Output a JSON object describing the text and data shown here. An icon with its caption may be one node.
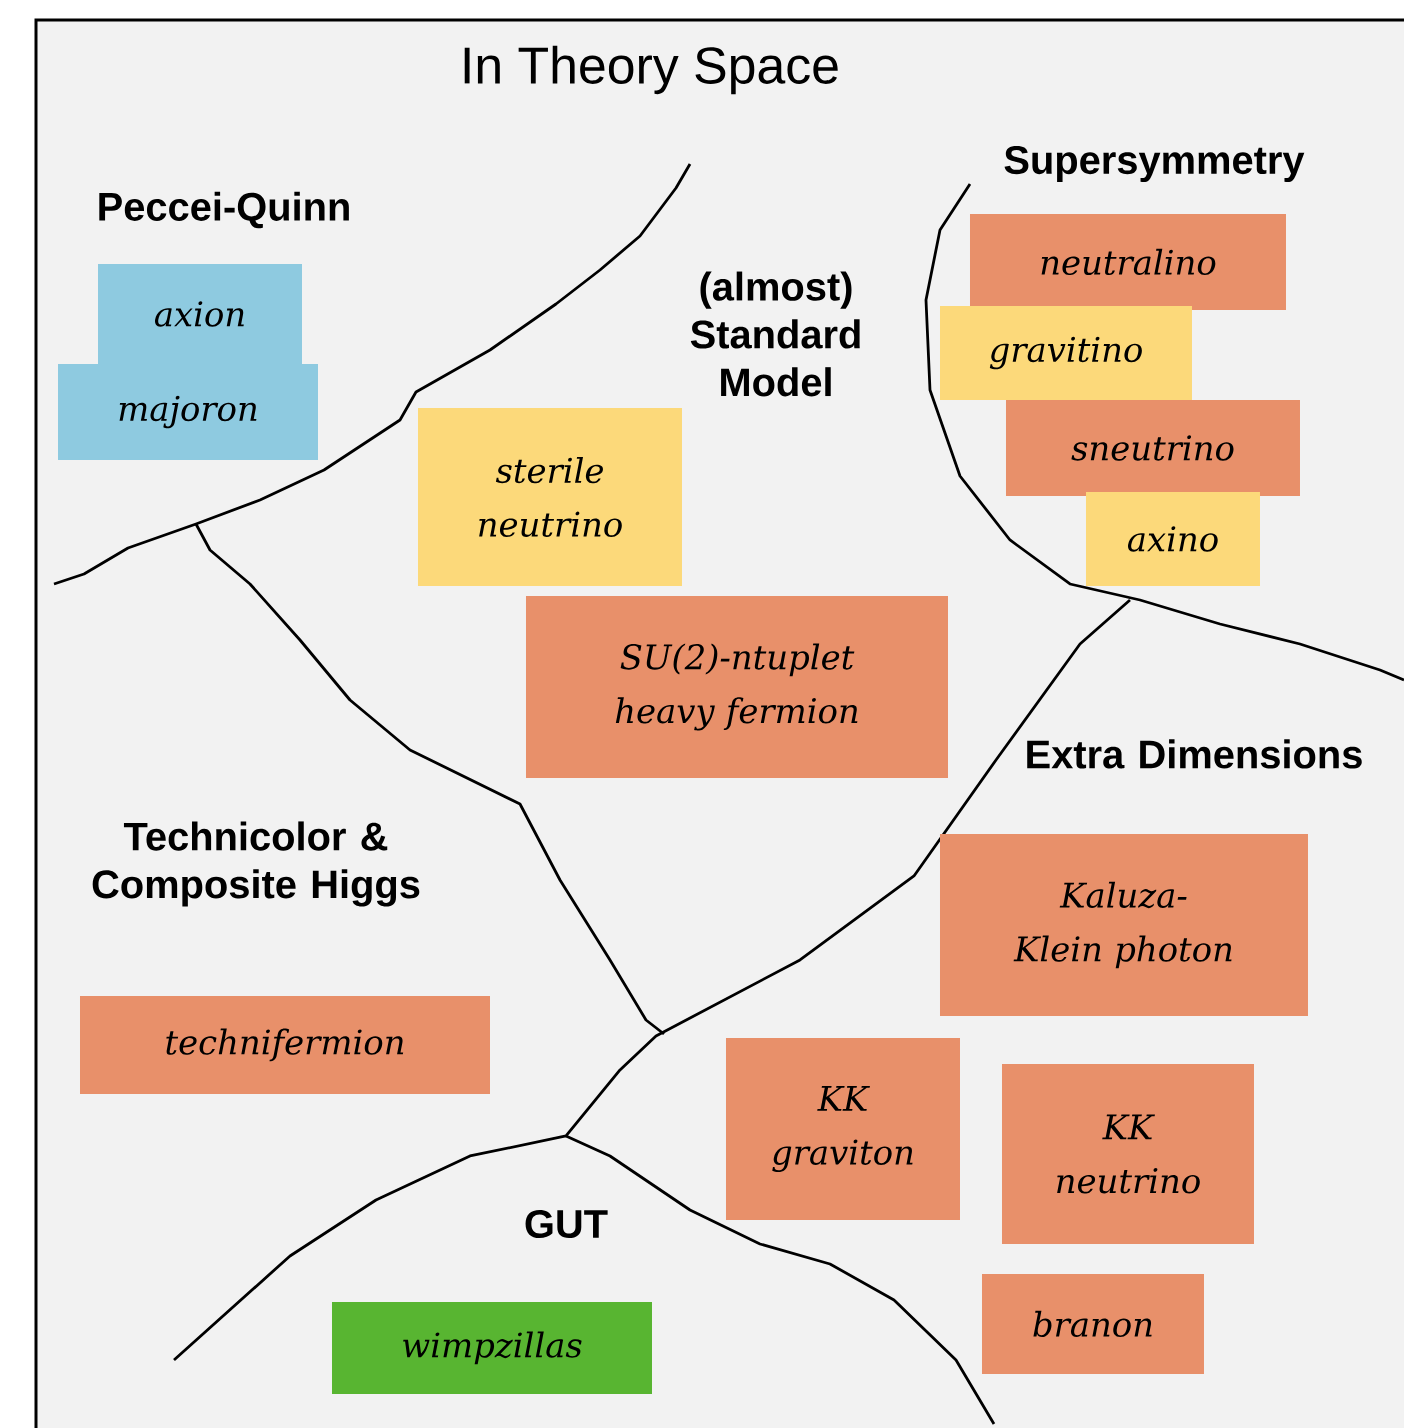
{
  "diagram": {
    "title": "In Theory Space",
    "nodes": [
      {
        "text": [
          "axion"
        ]
      },
      {
        "text": [
          "majoron"
        ]
      },
      {
        "text": [
          "neutralino"
        ]
      },
      {
        "text": [
          "gravitino"
        ]
      },
      {
        "text": [
          "sneutrino"
        ]
      },
      {
        "text": [
          "sterile neutrino"
        ]
      },
      {
        "text": [
          "axino"
        ]
      },
      {
        "text": [
          "SU(2)-ntuplet heavy fermion"
        ]
      },
      {
        "text": [
          "Kaluza-Klein photon"
        ]
      },
      {
        "text": [
          "technifermion"
        ]
      },
      {
        "text": [
          "KK graviton"
        ]
      },
      {
        "text": [
          "KK neutrino"
        ]
      },
      {
        "text": [
          "branon"
        ]
      },
      {
        "text": [
          "wimpzillas"
        ]
      }
    ],
    "labels": [
      "Peccei-Quinn",
      "(almost) Standard Model",
      "Supersymmetry",
      "Extra Dimensions",
      "Technicolor & Composite Higgs",
      "GUT"
    ]
  }
}
